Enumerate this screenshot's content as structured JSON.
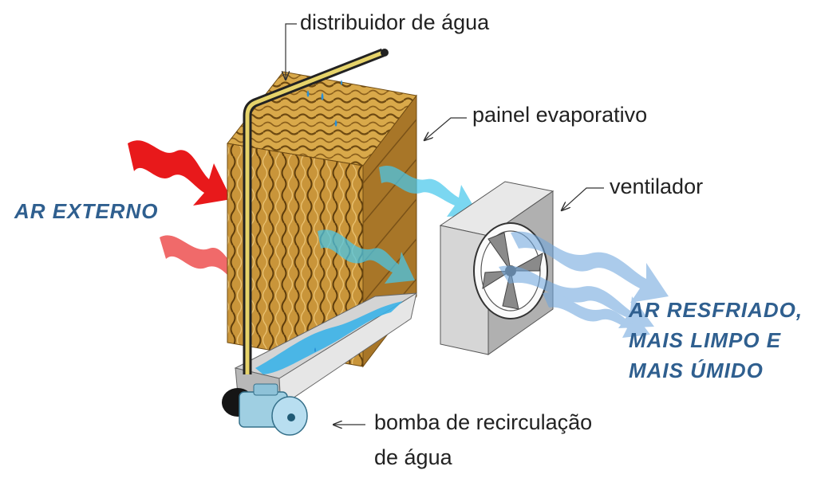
{
  "labels": {
    "distributor": "distribuidor de água",
    "panel": "painel evaporativo",
    "fan": "ventilador",
    "pump_line1": "bomba de recirculação",
    "pump_line2": "de água"
  },
  "air_labels": {
    "external": "AR EXTERNO",
    "cooled_line1": "AR RESFRIADO,",
    "cooled_line2": "MAIS LIMPO E",
    "cooled_line3": "MAIS ÚMIDO"
  },
  "colors": {
    "hot_air": "#e8191b",
    "hot_air_light": "#f06a6a",
    "cooled_air": "#6fa7de",
    "water": "#48c8ec",
    "air_label_text": "#2f5f8f",
    "panel": "#d8a849"
  }
}
